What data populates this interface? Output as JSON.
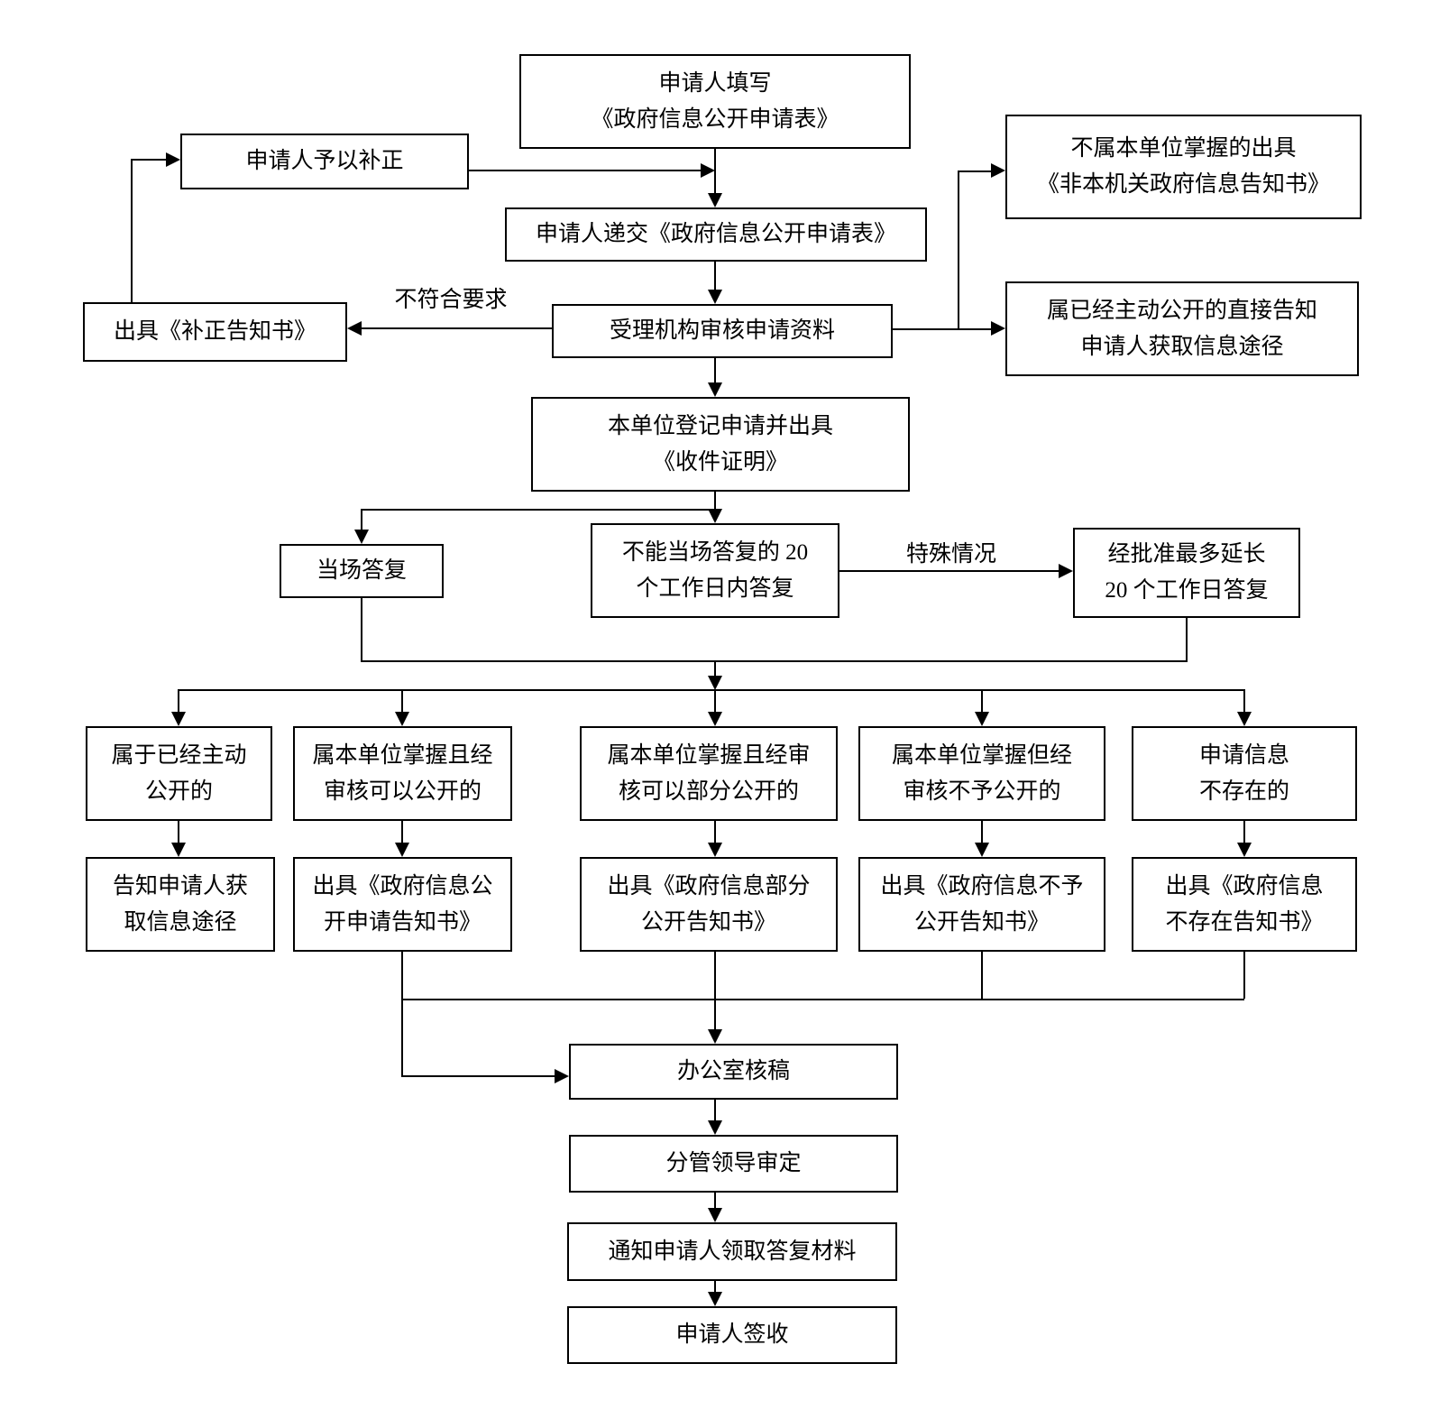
{
  "nodes": {
    "fill_form": {
      "lines": [
        "申请人填写",
        "《政府信息公开申请表》"
      ]
    },
    "supplement": {
      "lines": [
        "申请人予以补正"
      ]
    },
    "submit_form": {
      "lines": [
        "申请人递交《政府信息公开申请表》"
      ]
    },
    "not_held": {
      "lines": [
        "不属本单位掌握的出具",
        "《非本机关政府信息告知书》"
      ]
    },
    "issue_supplement_notice": {
      "lines": [
        "出具《补正告知书》"
      ]
    },
    "review": {
      "lines": [
        "受理机构审核申请资料"
      ]
    },
    "already_public_direct": {
      "lines": [
        "属已经主动公开的直接告知",
        "申请人获取信息途径"
      ]
    },
    "register": {
      "lines": [
        "本单位登记申请并出具",
        "《收件证明》"
      ]
    },
    "onspot_reply": {
      "lines": [
        "当场答复"
      ]
    },
    "reply_20_days": {
      "lines": [
        "不能当场答复的 20",
        "个工作日内答复"
      ]
    },
    "extend_20_days": {
      "lines": [
        "经批准最多延长",
        "20 个工作日答复"
      ]
    },
    "cat_already_public": {
      "lines": [
        "属于已经主动",
        "公开的"
      ]
    },
    "cat_can_public": {
      "lines": [
        "属本单位掌握且经",
        "审核可以公开的"
      ]
    },
    "cat_partial_public": {
      "lines": [
        "属本单位掌握且经审",
        "核可以部分公开的"
      ]
    },
    "cat_not_public": {
      "lines": [
        "属本单位掌握但经",
        "审核不予公开的"
      ]
    },
    "cat_not_exist": {
      "lines": [
        "申请信息",
        "不存在的"
      ]
    },
    "out_inform_way": {
      "lines": [
        "告知申请人获",
        "取信息途径"
      ]
    },
    "out_public_notice": {
      "lines": [
        "出具《政府信息公",
        "开申请告知书》"
      ]
    },
    "out_partial_notice": {
      "lines": [
        "出具《政府信息部分",
        "公开告知书》"
      ]
    },
    "out_refuse_notice": {
      "lines": [
        "出具《政府信息不予",
        "公开告知书》"
      ]
    },
    "out_not_exist_notice": {
      "lines": [
        "出具《政府信息",
        "不存在告知书》"
      ]
    },
    "office_check": {
      "lines": [
        "办公室核稿"
      ]
    },
    "leader_approve": {
      "lines": [
        "分管领导审定"
      ]
    },
    "notify_pickup": {
      "lines": [
        "通知申请人领取答复材料"
      ]
    },
    "sign_receipt": {
      "lines": [
        "申请人签收"
      ]
    }
  },
  "edge_labels": {
    "not_meet": "不符合要求",
    "special": "特殊情况"
  },
  "colors": {
    "line": "#000000",
    "background": "#ffffff"
  }
}
